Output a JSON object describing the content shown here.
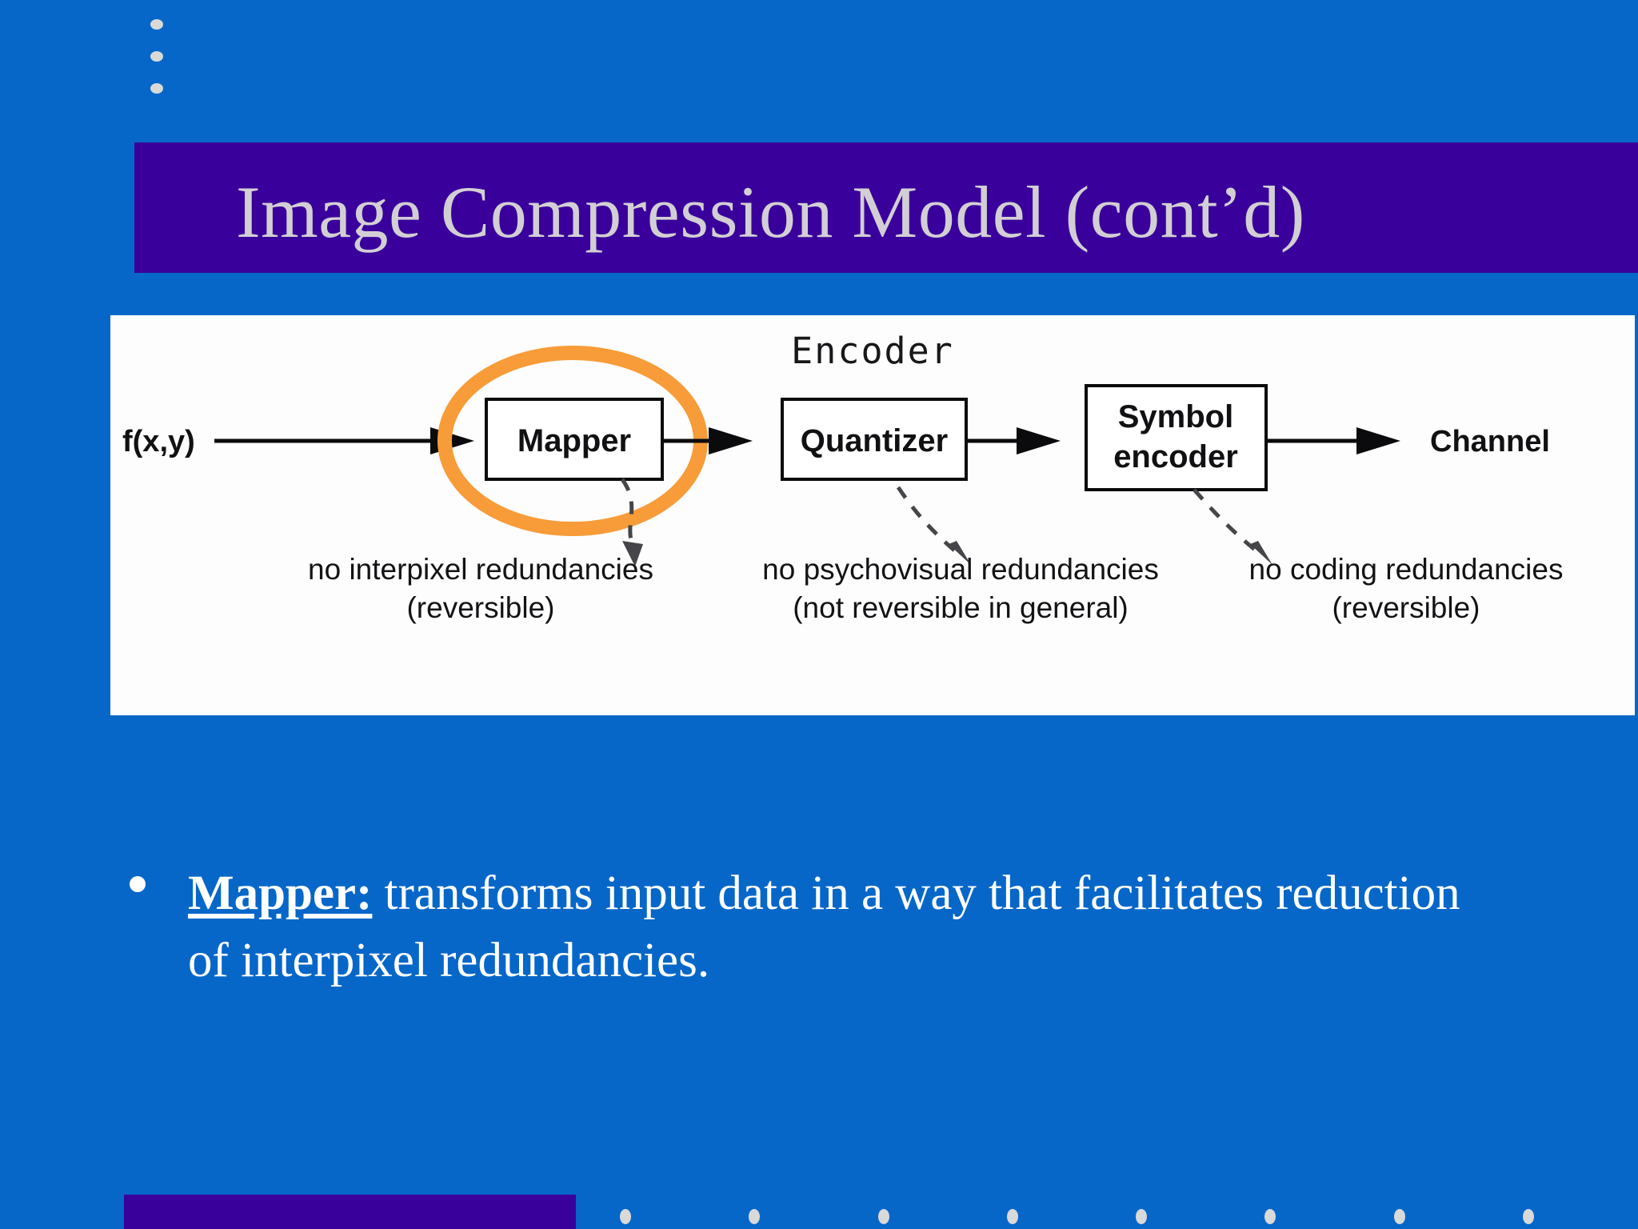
{
  "slide": {
    "title": "Image Compression Model (cont’d)",
    "background_color": "#0667c8",
    "title_band_color": "#3a009b",
    "title_text_color": "#d2cfd4",
    "body_text_color": "#ffffff",
    "highlight_color": "#f79c38"
  },
  "decoration": {
    "top_left_dots_count": 3,
    "bottom_dots_count": 8,
    "dot_color": "#d9d9d9"
  },
  "diagram": {
    "panel_background": "#fdfdfd",
    "heading": "Encoder",
    "input_label": "f(x,y)",
    "output_label": "Channel",
    "boxes": [
      {
        "id": "mapper",
        "label": "Mapper",
        "highlighted": true
      },
      {
        "id": "quantizer",
        "label": "Quantizer",
        "highlighted": false
      },
      {
        "id": "symbol-encoder",
        "label_line1": "Symbol",
        "label_line2": "encoder",
        "highlighted": false
      }
    ],
    "captions": [
      {
        "line1": "no interpixel redundancies",
        "line2": "(reversible)"
      },
      {
        "line1": "no psychovisual redundancies",
        "line2": "(not reversible in general)"
      },
      {
        "line1": "no coding redundancies",
        "line2": "(reversible)"
      }
    ]
  },
  "body": {
    "bullets": [
      {
        "lead": "Mapper:",
        "rest": " transforms input data in a way that facilitates reduction of interpixel redundancies."
      }
    ]
  }
}
